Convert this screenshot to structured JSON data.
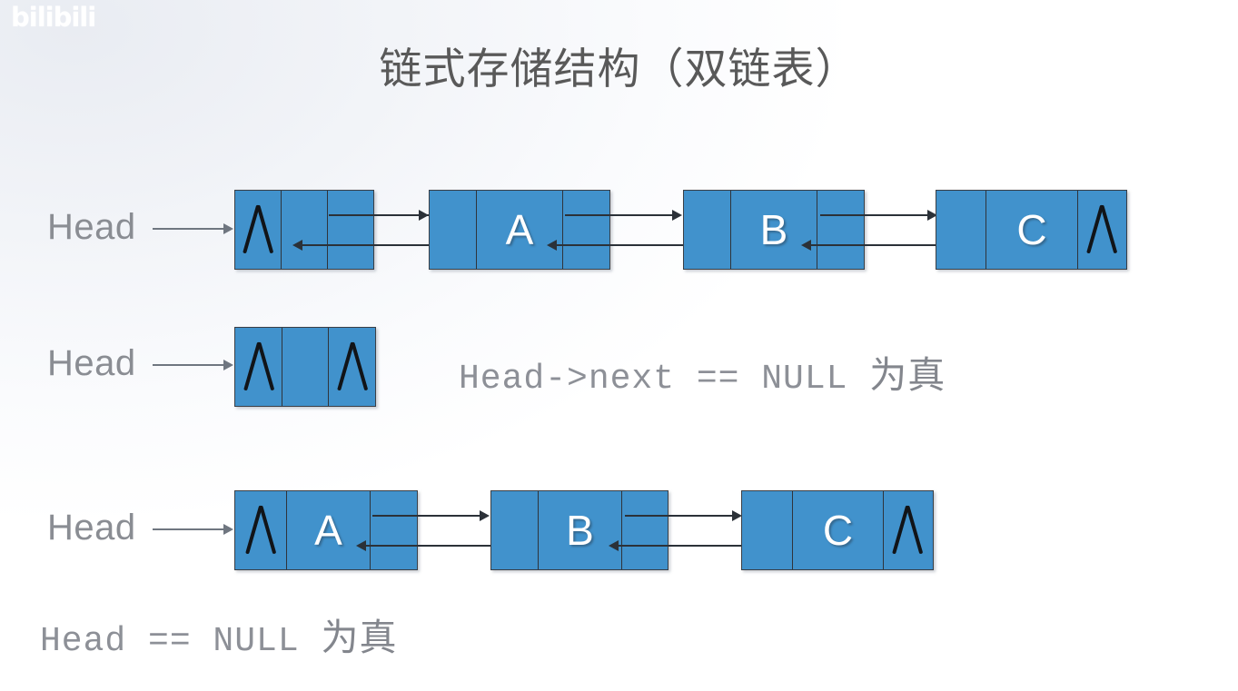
{
  "watermark": {
    "text": "bilibili"
  },
  "title": "链式存储结构（双链表）",
  "diagram": {
    "rows": [
      {
        "id": "row-full-list",
        "head_label": "Head",
        "nodes": [
          {
            "id": "node-head-sentinel",
            "cells": [
              {
                "type": "null",
                "text": "∧"
              },
              {
                "type": "empty",
                "text": ""
              },
              {
                "type": "pointer",
                "text": ""
              }
            ]
          },
          {
            "id": "node-a",
            "cells": [
              {
                "type": "pointer",
                "text": ""
              },
              {
                "type": "data",
                "text": "A"
              },
              {
                "type": "pointer",
                "text": ""
              }
            ]
          },
          {
            "id": "node-b",
            "cells": [
              {
                "type": "pointer",
                "text": ""
              },
              {
                "type": "data",
                "text": "B"
              },
              {
                "type": "pointer",
                "text": ""
              }
            ]
          },
          {
            "id": "node-c",
            "cells": [
              {
                "type": "pointer",
                "text": ""
              },
              {
                "type": "data",
                "text": "C"
              },
              {
                "type": "null",
                "text": "∧"
              }
            ]
          }
        ]
      },
      {
        "id": "row-empty-list",
        "head_label": "Head",
        "nodes": [
          {
            "id": "node-empty-sentinel",
            "cells": [
              {
                "type": "null",
                "text": "∧"
              },
              {
                "type": "empty",
                "text": ""
              },
              {
                "type": "null",
                "text": "∧"
              }
            ]
          }
        ]
      },
      {
        "id": "row-no-sentinel-list",
        "head_label": "Head",
        "nodes": [
          {
            "id": "node-a2",
            "cells": [
              {
                "type": "null",
                "text": "∧"
              },
              {
                "type": "data",
                "text": "A"
              },
              {
                "type": "pointer",
                "text": ""
              }
            ]
          },
          {
            "id": "node-b2",
            "cells": [
              {
                "type": "pointer",
                "text": ""
              },
              {
                "type": "data",
                "text": "B"
              },
              {
                "type": "pointer",
                "text": ""
              }
            ]
          },
          {
            "id": "node-c2",
            "cells": [
              {
                "type": "pointer",
                "text": ""
              },
              {
                "type": "data",
                "text": "C"
              },
              {
                "type": "null",
                "text": "∧"
              }
            ]
          }
        ]
      }
    ]
  },
  "captions": {
    "head_next_null": {
      "code": "Head->next == NULL",
      "cn": "为真"
    },
    "head_null": {
      "code": "Head == NULL",
      "cn": "为真"
    }
  },
  "colors": {
    "node_fill": "#4192cc",
    "node_border": "#3a3f46",
    "arrow": "#2b3138",
    "head_text": "#8a8d93",
    "title_text": "#595959",
    "caption_text": "#8d9097",
    "background_top_left": "#eceef3",
    "background_bottom_right": "#ffffff"
  }
}
